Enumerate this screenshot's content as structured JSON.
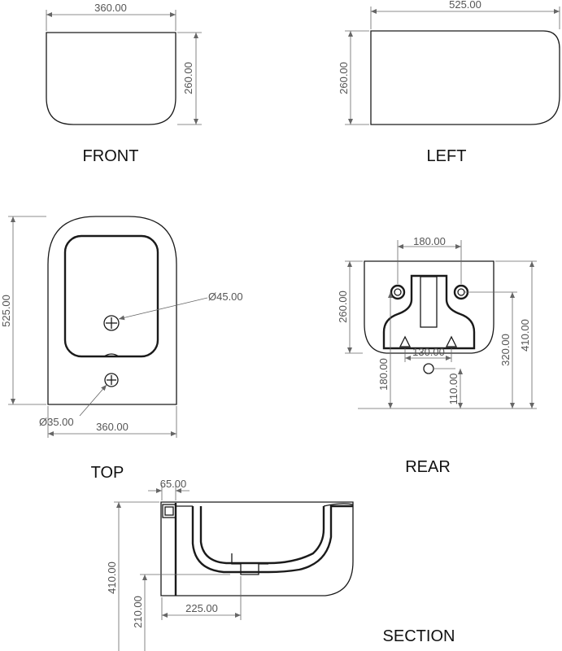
{
  "views": {
    "front": {
      "label": "FRONT",
      "width": "360.00",
      "height": "260.00"
    },
    "left": {
      "label": "LEFT",
      "width": "525.00",
      "height": "260.00"
    },
    "top": {
      "label": "TOP",
      "depth": "525.00",
      "width": "360.00",
      "hole_large": "Ø45.00",
      "hole_small": "Ø35.00"
    },
    "rear": {
      "label": "REAR",
      "bolt_spacing": "180.00",
      "height": "260.00",
      "inlet_spacing": "130.00",
      "bolt_height": "180.00",
      "drain_height": "110.00",
      "mid_height": "320.00",
      "total_height": "410.00"
    },
    "section": {
      "label": "SECTION",
      "wall_gap": "65.00",
      "height": "410.00",
      "drain_height": "210.00",
      "drain_offset": "225.00"
    }
  }
}
